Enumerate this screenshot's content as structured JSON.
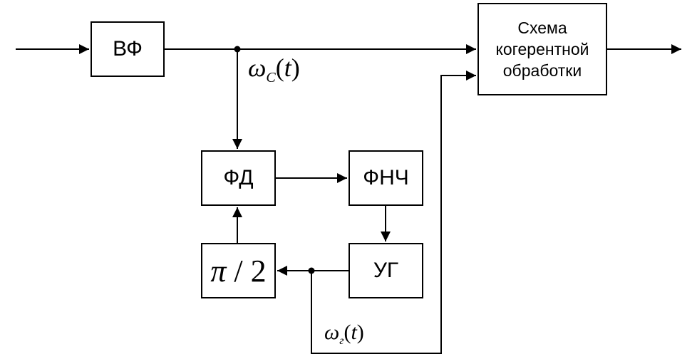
{
  "blocks": {
    "vf": "ВФ",
    "coherent": [
      "Схема",
      "когерентной",
      "обработки"
    ],
    "fd": "ФД",
    "fnch": "ФНЧ",
    "phase_shift": {
      "pi": "π",
      "rest": " / 2"
    },
    "ug": "УГ"
  },
  "signals": {
    "input_signal": {
      "omega": "ω",
      "sub": "C",
      "open": "(",
      "t": "t",
      "close": ")"
    },
    "generator_signal": {
      "omega": "ω",
      "sub": "г",
      "open": "(",
      "t": "t",
      "close": ")"
    }
  }
}
